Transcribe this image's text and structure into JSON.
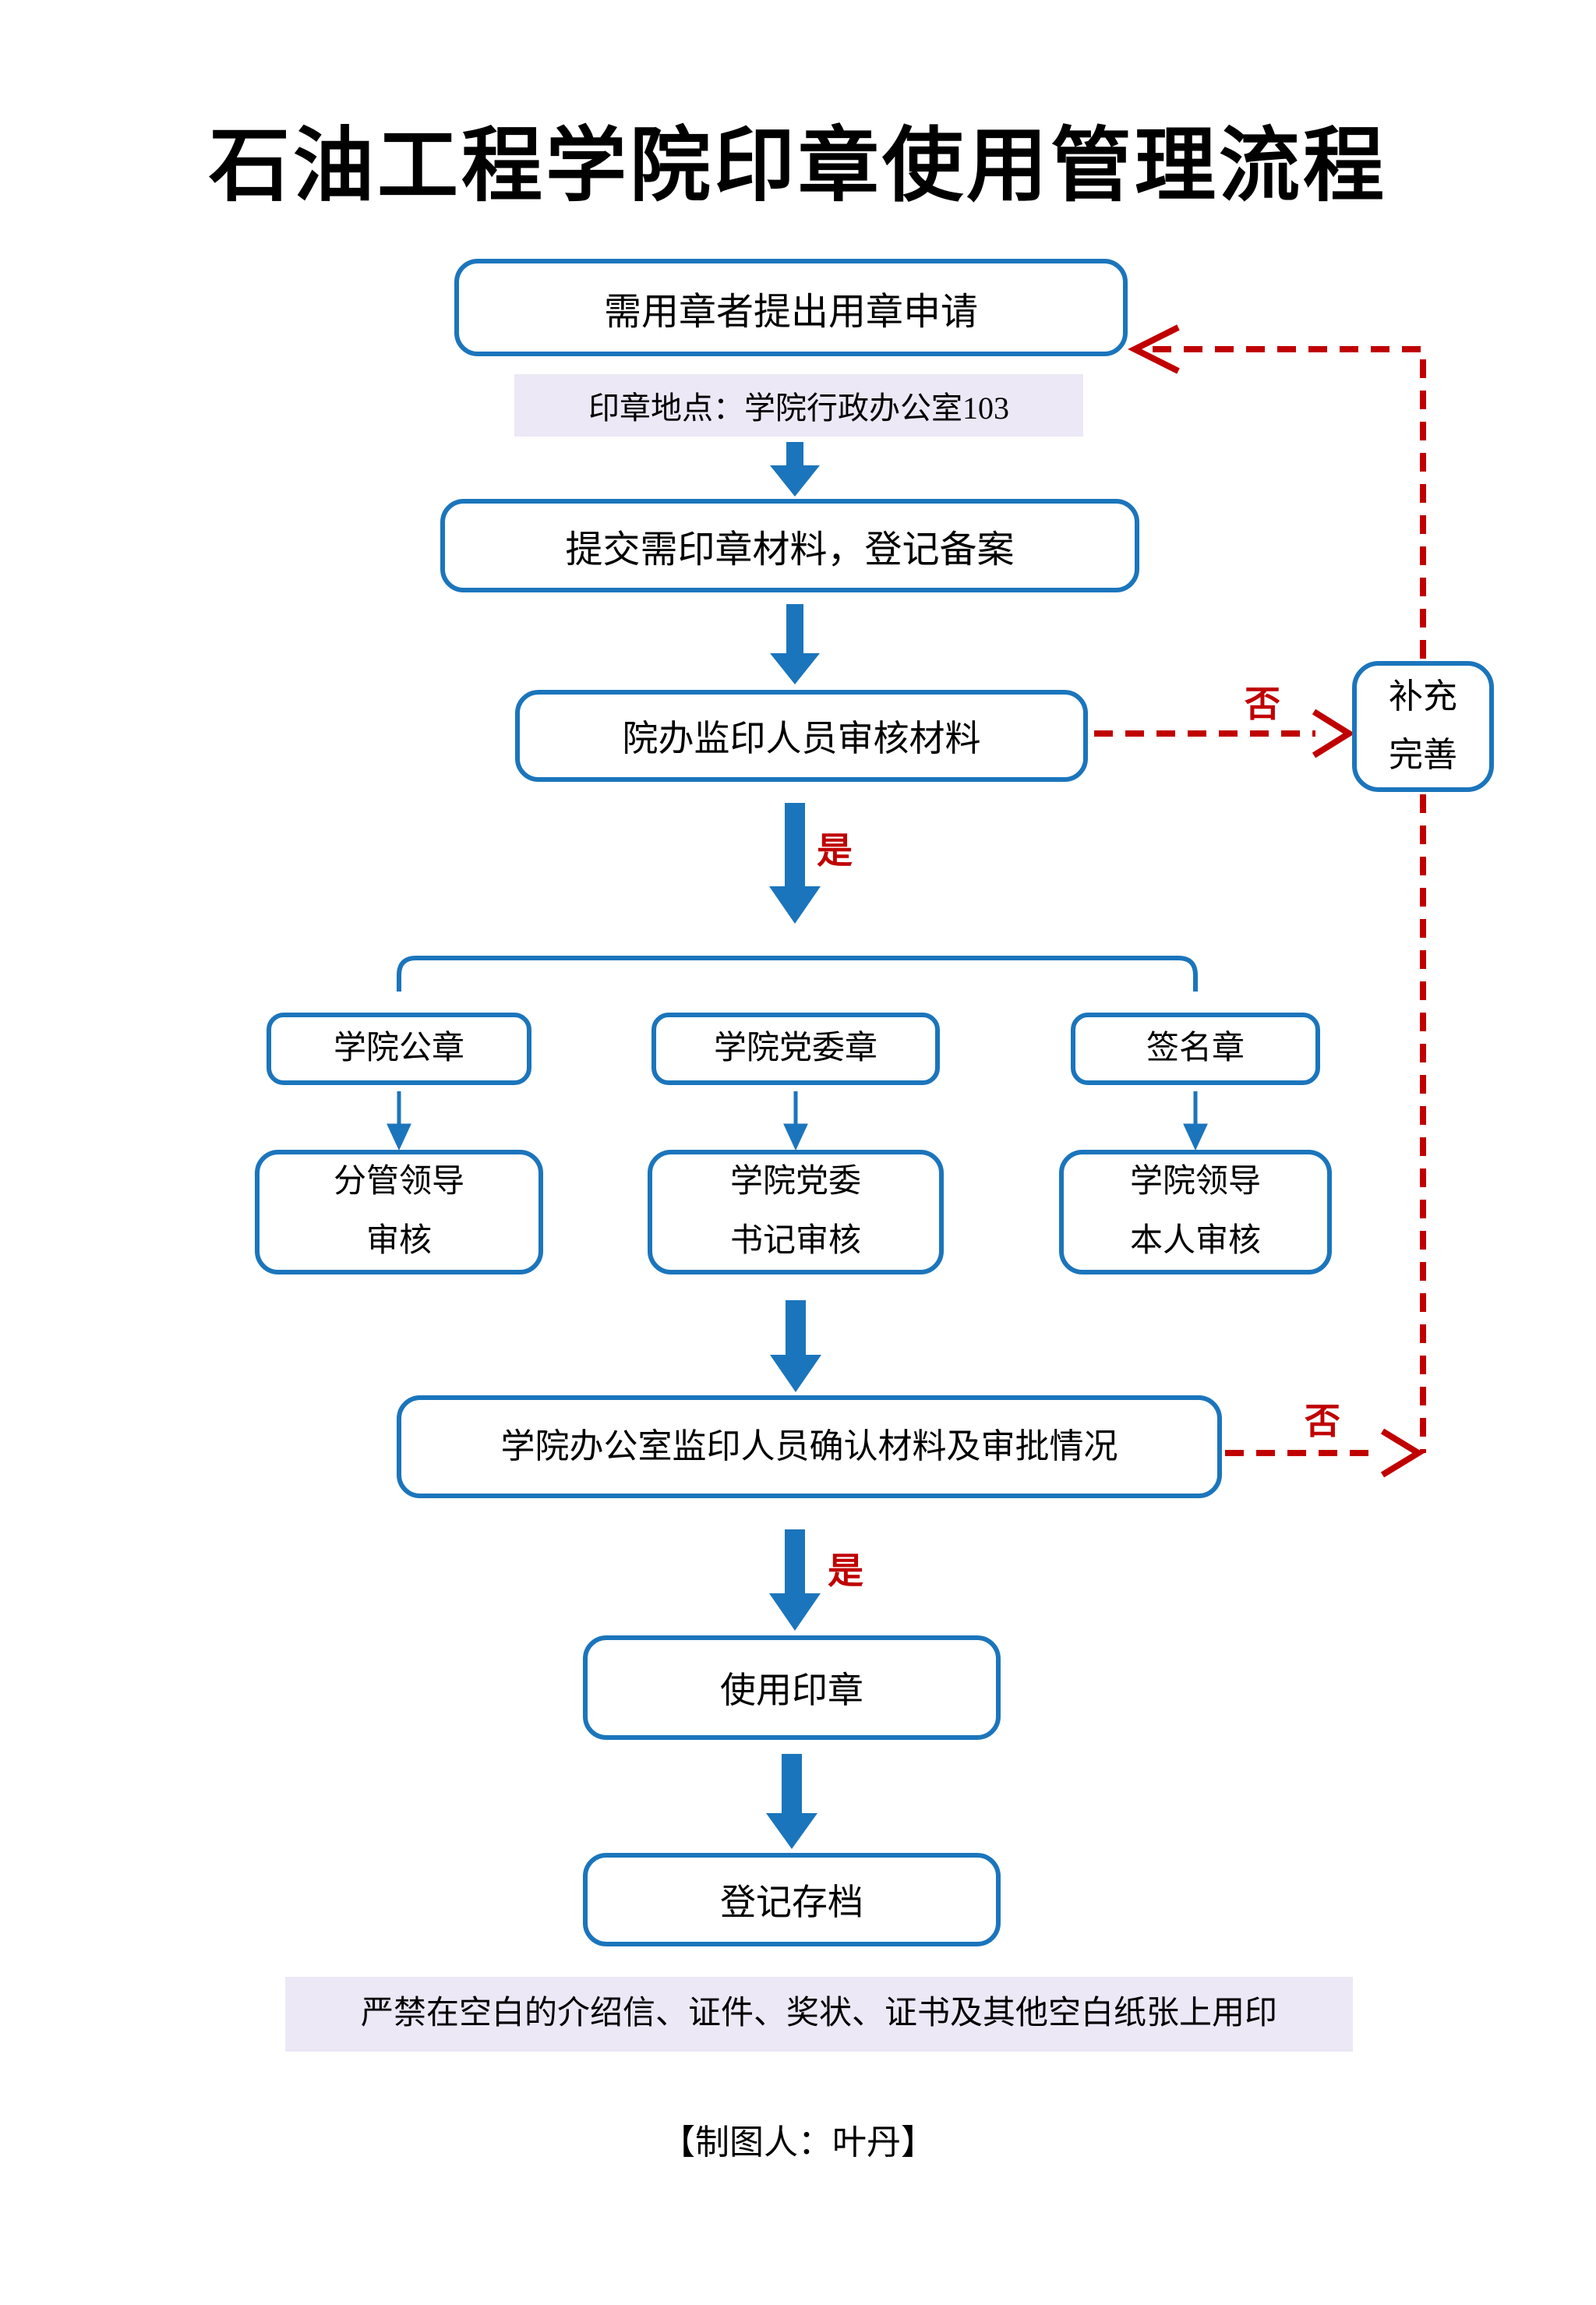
{
  "title": "石油工程学院印章使用管理流程",
  "colors": {
    "accent_blue": "#1B75BC",
    "dark_red": "#C00000",
    "note_background": "#ECE8F6",
    "text": "#000000"
  },
  "flow": {
    "apply": "需用章者提出用章申请",
    "seal_location_note": "印章地点：学院行政办公室103",
    "submit": "提交需印章材料，登记备案",
    "office_review": "院办监印人员审核材料",
    "supplement": "补充\n完善",
    "branches": [
      {
        "seal": "学院公章",
        "approver": "分管领导\n审核"
      },
      {
        "seal": "学院党委章",
        "approver": "学院党委\n书记审核"
      },
      {
        "seal": "签名章",
        "approver": "学院领导\n本人审核"
      }
    ],
    "confirm": "学院办公室监印人员确认材料及审批情况",
    "use_seal": "使用印章",
    "archive": "登记存档"
  },
  "labels": {
    "yes": "是",
    "no": "否"
  },
  "warning_note": "严禁在空白的介绍信、证件、奖状、证书及其他空白纸张上用印",
  "credit": "【制图人：叶丹】"
}
